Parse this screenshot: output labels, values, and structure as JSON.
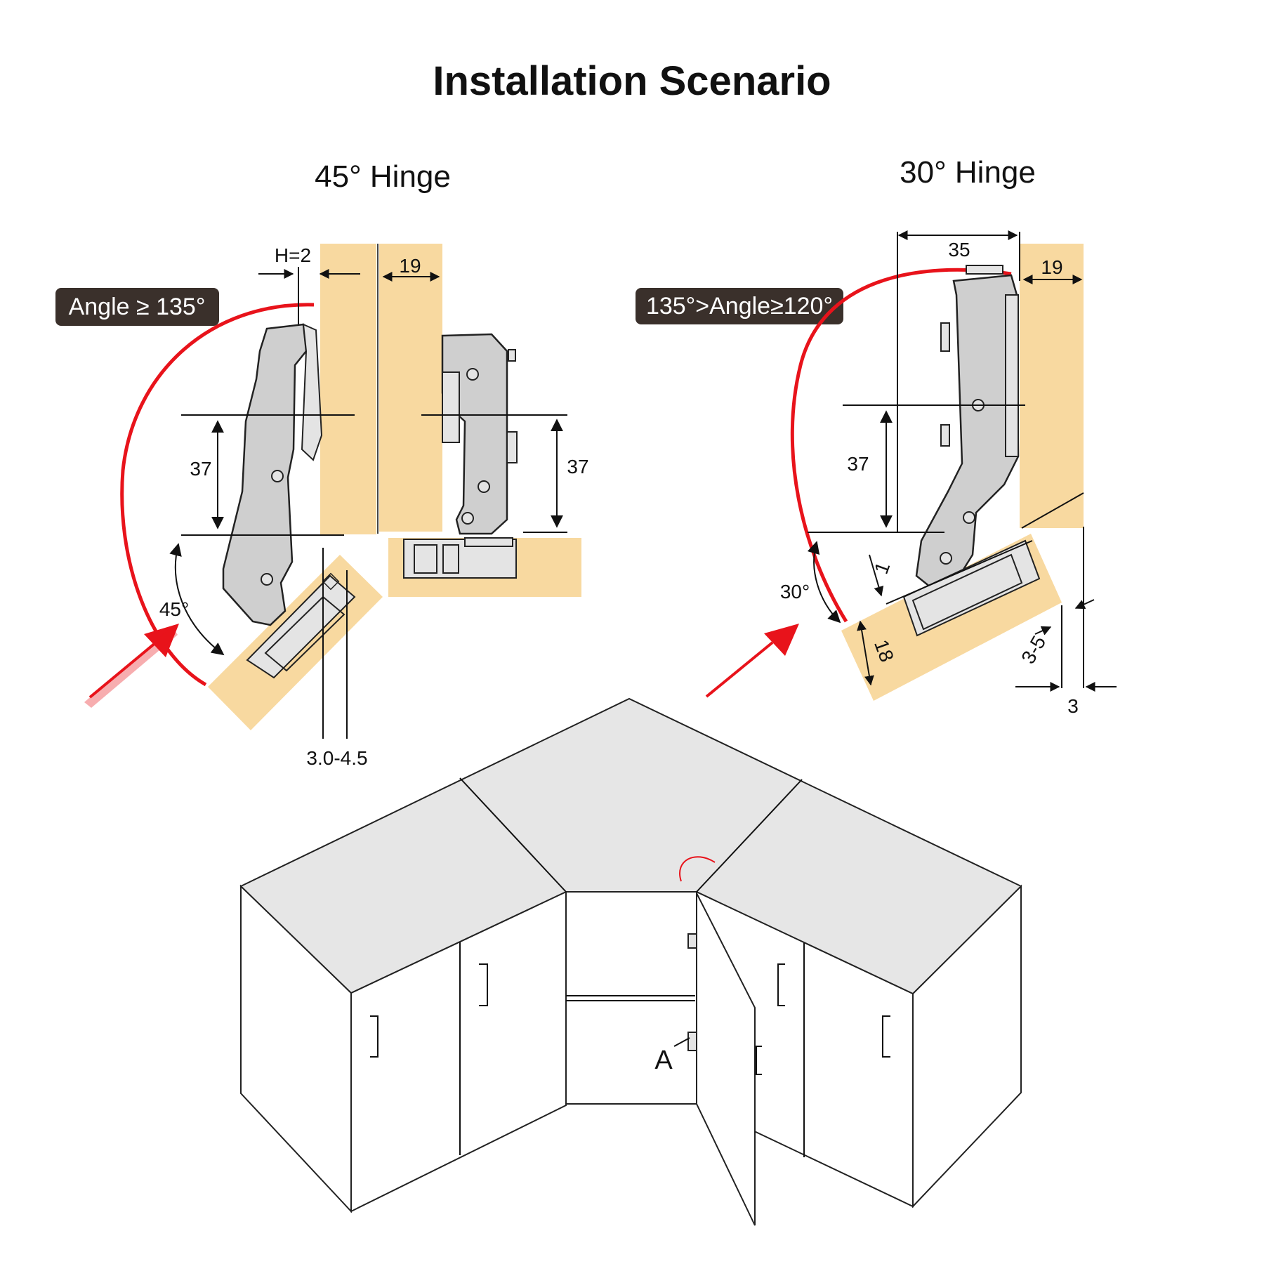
{
  "title": "Installation Scenario",
  "hinge45": {
    "heading": "45° Hinge",
    "badge": "Angle ≥ 135°",
    "h_label": "H=2",
    "thickness": "19",
    "dim_left": "37",
    "dim_right": "37",
    "angle": "45°",
    "gap": "3.0-4.5"
  },
  "hinge30": {
    "heading": "30° Hinge",
    "badge": "135°>Angle≥120°",
    "width": "35",
    "thickness": "19",
    "dim": "37",
    "angle": "30°",
    "offset": "1",
    "door": "18",
    "gap": "3-5",
    "edge": "3"
  },
  "cabinet": {
    "marker": "A"
  },
  "colors": {
    "wood": "#f8d9a0",
    "red": "#e8131b",
    "metal": "#cfcfcf",
    "badge": "#3a302b"
  }
}
